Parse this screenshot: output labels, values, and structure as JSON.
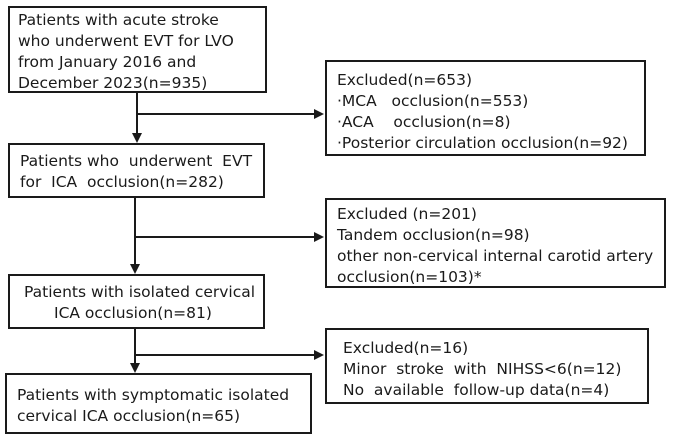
{
  "boxes": {
    "start": {
      "lines": [
        "Patients with acute stroke",
        "who underwent EVT for LVO",
        "from January 2016 and",
        "December 2023(n=935)"
      ]
    },
    "excluded1": {
      "lines": [
        "Excluded(n=653)",
        "·MCA   occlusion(n=553)",
        "·ACA    occlusion(n=8)",
        "·Posterior circulation occlusion(n=92)"
      ]
    },
    "ica": {
      "lines": [
        "Patients who  underwent  EVT",
        "for  ICA  occlusion(n=282)"
      ]
    },
    "excluded2": {
      "lines": [
        "Excluded (n=201)",
        "Tandem occlusion(n=98)",
        "other non-cervical internal carotid artery",
        "occlusion(n=103)*"
      ]
    },
    "isolated": {
      "lines": [
        "Patients with isolated cervical",
        "ICA occlusion(n=81)"
      ]
    },
    "excluded3": {
      "lines": [
        "Excluded(n=16)",
        "Minor  stroke  with  NIHSS<6(n=12)",
        "No  available  follow-up data(n=4)"
      ]
    },
    "final": {
      "lines": [
        "Patients with symptomatic isolated",
        "cervical ICA occlusion(n=65)"
      ]
    }
  }
}
